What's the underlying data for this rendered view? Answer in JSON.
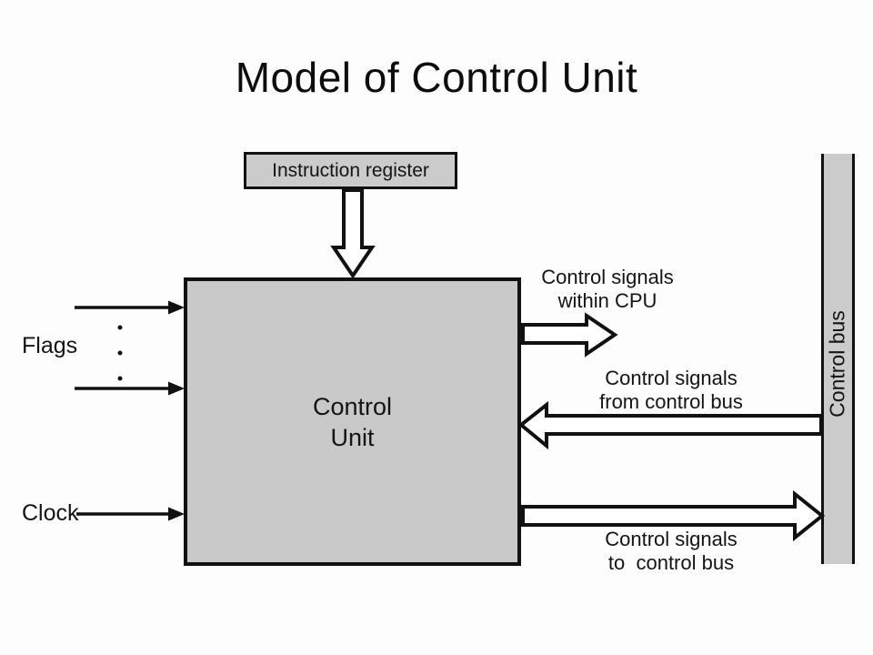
{
  "title": "Model of Control Unit",
  "diagram": {
    "instruction_register": {
      "label": "Instruction register"
    },
    "control_unit": {
      "label": "Control\nUnit"
    },
    "inputs": {
      "flags_label": "Flags",
      "clock_label": "Clock",
      "ellipsis": "vertical-dots"
    },
    "signals": {
      "within_cpu": "Control signals\nwithin CPU",
      "from_control_bus": "Control signals\nfrom control bus",
      "to_control_bus": "Control signals\nto  control bus"
    },
    "control_bus": {
      "label": "Control bus"
    },
    "colors": {
      "box_fill": "#c9c9c9",
      "outline": "#111111",
      "background": "#fdfdfd"
    }
  }
}
